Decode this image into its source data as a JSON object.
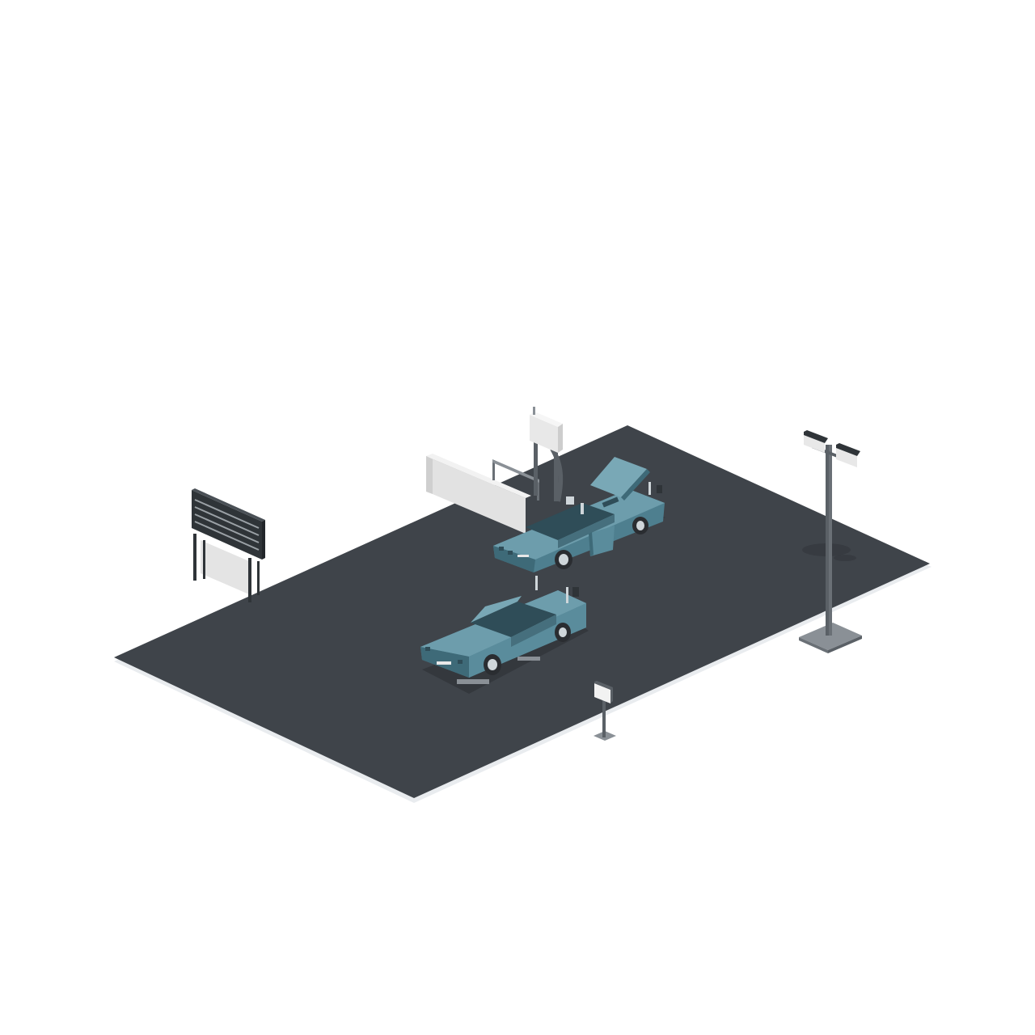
{
  "scene": {
    "type": "isometric-diorama",
    "background_color": "#ffffff",
    "colors": {
      "asphalt": "#3f444a",
      "asphalt_edge": "#e9ecef",
      "car_body": "#5a8c9c",
      "car_body_light": "#79a8b6",
      "car_body_dark": "#3e6a78",
      "glass": "#2f4d58",
      "tire": "#2a2d31",
      "rim": "#cfd6da",
      "pole": "#5a6066",
      "pole_base": "#8a9096",
      "sign_dark": "#2f3438",
      "panel_light": "#e4e4e4",
      "lamp_head": "#e8e8e8"
    },
    "objects": [
      {
        "id": "billboard-sign",
        "kind": "slatted sign"
      },
      {
        "id": "concrete-barrier",
        "kind": "barrier"
      },
      {
        "id": "roadside-box-sign",
        "kind": "box sign"
      },
      {
        "id": "car-open",
        "kind": "sports car with open doors and hood"
      },
      {
        "id": "car-closed",
        "kind": "sports car"
      },
      {
        "id": "street-lamp",
        "kind": "twin-head street lamp"
      },
      {
        "id": "small-sign",
        "kind": "small post sign"
      }
    ]
  }
}
